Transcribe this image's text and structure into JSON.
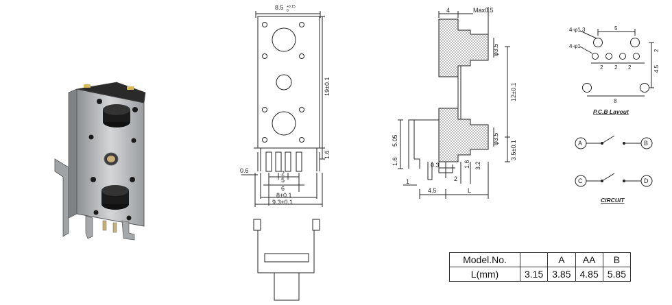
{
  "photo": {
    "alt": ""
  },
  "front_view": {
    "dims": {
      "width_top": "8.5",
      "width_tol": "+0.15",
      "width_tol2": "0",
      "height": "19±0.1",
      "pin_height": "1.6",
      "pin_offset": "0.6",
      "d2": "2",
      "d5": "5",
      "d6": "6",
      "d8": "8±0.1",
      "d93": "9.3±0.1"
    }
  },
  "side_view": {
    "dims": {
      "top_width": "4",
      "max": "Max0.5",
      "phi1": "φ3.5",
      "phi2": "φ3.5",
      "pitch": "12±0.1",
      "low": "3.5±0.1",
      "h505": "5.05",
      "h16": "1.6",
      "t03": "0.3",
      "t1": "1",
      "t2": "2",
      "t16b": "1.6",
      "t32": "3.2",
      "t45": "4.5",
      "L": "L"
    }
  },
  "pcb": {
    "title": "P.C.B Layout",
    "dims": {
      "hole1": "4-φ1.3",
      "hole2": "4-φ1",
      "d5": "5",
      "d2a": "2",
      "d2b": "2",
      "d2c": "2",
      "d2r": "2",
      "d45": "4.5",
      "d8": "8"
    }
  },
  "circuit": {
    "title": "CIRCUIT",
    "nodes": [
      "A",
      "B",
      "C",
      "D"
    ]
  },
  "table": {
    "header": [
      "Model.No.",
      "",
      "A",
      "AA",
      "B"
    ],
    "row": [
      "L(mm)",
      "3.15",
      "3.85",
      "4.85",
      "5.85"
    ]
  },
  "colors": {
    "line": "#222222",
    "metal": "#b9bcbf",
    "button": "#1b1b1b",
    "hatch": "#888888"
  }
}
